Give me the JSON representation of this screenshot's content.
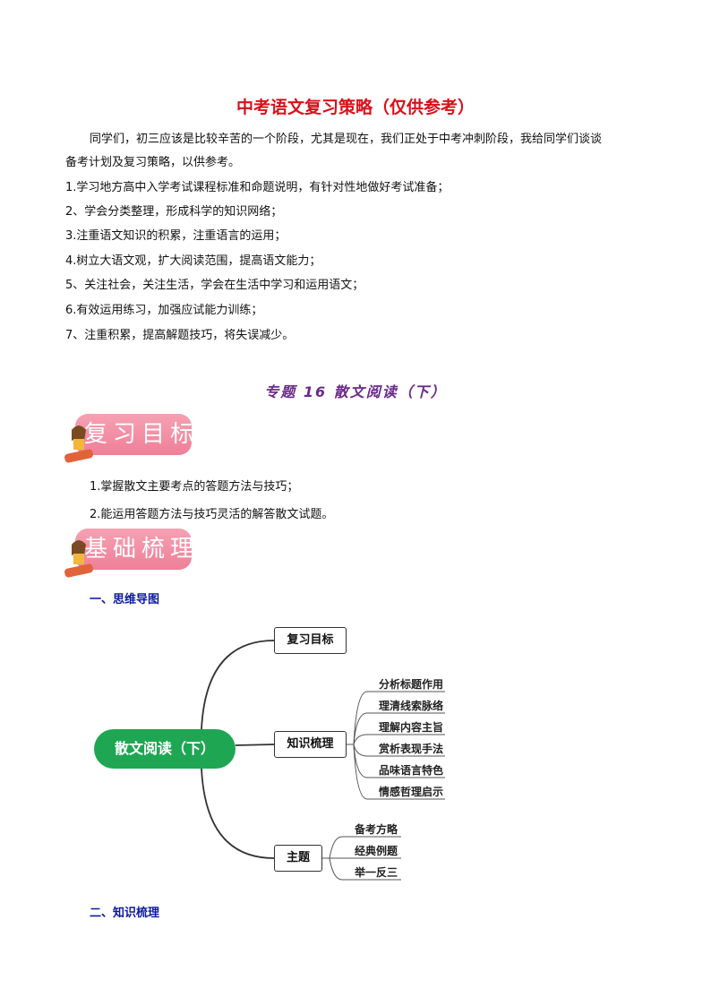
{
  "title": "中考语文复习策略（仅供参考）",
  "intro": [
    "同学们，初三应该是比较辛苦的一个阶段，尤其是现在，我们正处于中考冲刺阶段，我给同学们谈谈",
    "备考计划及复习策略，以供参考。"
  ],
  "strategies": [
    "1.学习地方高中入学考试课程标准和命题说明，有针对性地做好考试准备；",
    "2、学会分类整理，形成科学的知识网络；",
    "3.注重语文知识的积累，注重语言的运用；",
    "4.树立大语文观，扩大阅读范围，提高语文能力；",
    "5、关注社会，关注生活，学会在生活中学习和运用语文；",
    "6.有效运用练习，加强应试能力训练；",
    "7、注重积累，提高解题技巧，将失误减少。"
  ],
  "topic_title": "专题 16 散文阅读（下）",
  "badge1": "复习目标",
  "goals": [
    "1.掌握散文主要考点的答题方法与技巧；",
    "2.能运用答题方法与技巧灵活的解答散文试题。"
  ],
  "badge2": "基础梳理",
  "section1": "一、思维导图",
  "mindmap": {
    "center": "散文阅读（下）",
    "branches": [
      {
        "label": "复习目标",
        "children": []
      },
      {
        "label": "知识梳理",
        "children": [
          "分析标题作用",
          "理清线索脉络",
          "理解内容主旨",
          "赏析表现手法",
          "品味语言特色",
          "情感哲理启示"
        ]
      },
      {
        "label": "主题",
        "children": [
          "备考方略",
          "经典例题",
          "举一反三"
        ]
      }
    ],
    "center_color": "#1fa653"
  },
  "section2": "二、知识梳理"
}
